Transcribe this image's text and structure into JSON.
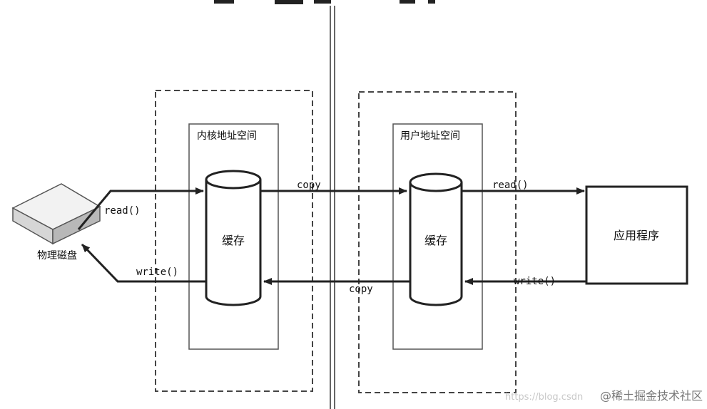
{
  "disk": {
    "label": "物理磁盘"
  },
  "kernel_space": {
    "title": "内核地址空间",
    "cache_label": "缓存"
  },
  "user_space": {
    "title": "用户地址空间",
    "cache_label": "缓存"
  },
  "application": {
    "label": "应用程序"
  },
  "arrows": {
    "disk_read": "read()",
    "disk_write": "write()",
    "copy_top": "copy",
    "copy_bottom": "copy",
    "app_read": "read()",
    "app_write": "write()"
  },
  "watermark": {
    "url": "https://blog.csdn",
    "brand": "@稀土掘金技术社区"
  }
}
